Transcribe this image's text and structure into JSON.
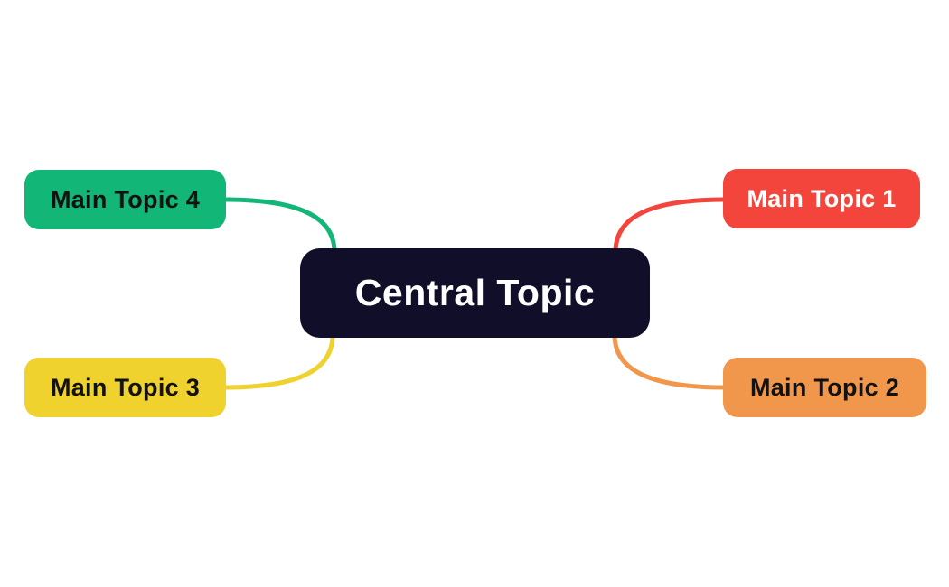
{
  "colors": {
    "canvas-bg": "#ffffff",
    "central": "#100E28",
    "central-text": "#ffffff",
    "light-text": "#ffffff",
    "dark-text": "#121212",
    "topic1": "#F4453C",
    "topic2": "#F0974B",
    "topic3": "#F0D22F",
    "topic4": "#12B677"
  },
  "central_topic": {
    "label": "Central Topic",
    "bg_color": "#100E28",
    "text_color": "#ffffff"
  },
  "main_topics": [
    {
      "label": "Main Topic 1",
      "position": "top-right",
      "bg_color": "#F4453C",
      "text_color": "#ffffff",
      "connector_color": "#F4453C"
    },
    {
      "label": "Main Topic 2",
      "position": "bottom-right",
      "bg_color": "#F0974B",
      "text_color": "#121212",
      "connector_color": "#F0974B"
    },
    {
      "label": "Main Topic 3",
      "position": "bottom-left",
      "bg_color": "#F0D22F",
      "text_color": "#121212",
      "connector_color": "#F0D22F"
    },
    {
      "label": "Main Topic 4",
      "position": "top-left",
      "bg_color": "#12B677",
      "text_color": "#121212",
      "connector_color": "#12B677"
    }
  ]
}
